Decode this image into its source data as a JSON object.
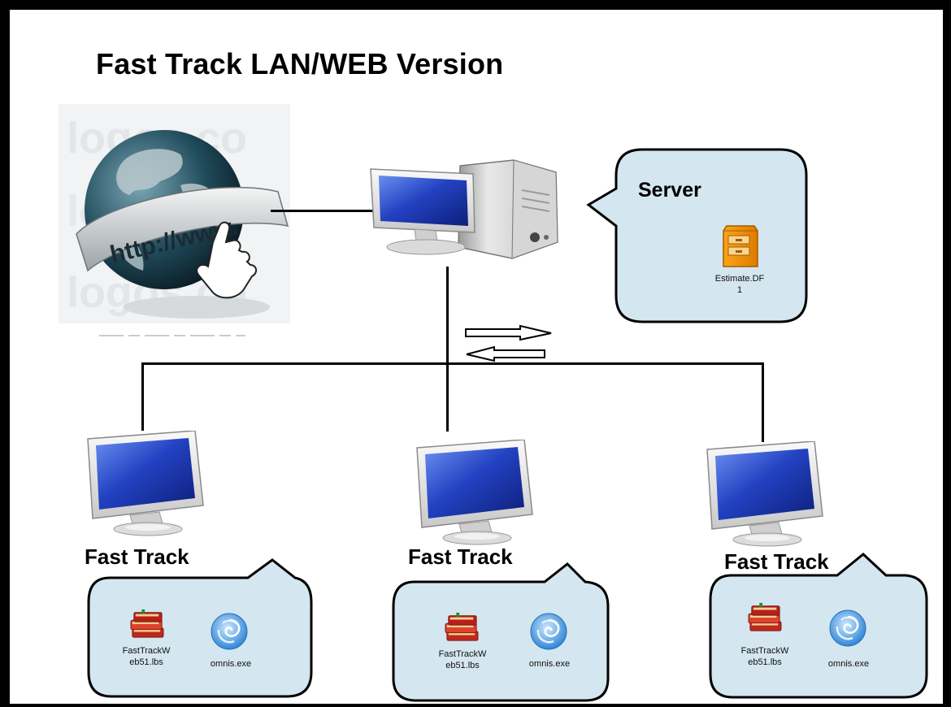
{
  "title": "Fast Track LAN/WEB Version",
  "web": {
    "url_text": "http://www.",
    "watermark": "logos.co",
    "icon": "globe-www-icon"
  },
  "server": {
    "label": "Server",
    "file": {
      "name_line1": "Estimate.DF",
      "name_line2": "1",
      "icon": "database-file-icon"
    }
  },
  "clients": [
    {
      "label": "Fast Track",
      "files": [
        {
          "name_line1": "FastTrackW",
          "name_line2": "eb51.lbs",
          "icon": "library-books-icon"
        },
        {
          "name_line1": "omnis.exe",
          "name_line2": "",
          "icon": "omnis-swirl-icon"
        }
      ]
    },
    {
      "label": "Fast Track",
      "files": [
        {
          "name_line1": "FastTrackW",
          "name_line2": "eb51.lbs",
          "icon": "library-books-icon"
        },
        {
          "name_line1": "omnis.exe",
          "name_line2": "",
          "icon": "omnis-swirl-icon"
        }
      ]
    },
    {
      "label": "Fast Track",
      "files": [
        {
          "name_line1": "FastTrackW",
          "name_line2": "eb51.lbs",
          "icon": "library-books-icon"
        },
        {
          "name_line1": "omnis.exe",
          "name_line2": "",
          "icon": "omnis-swirl-icon"
        }
      ]
    }
  ],
  "colors": {
    "bubble_fill": "#d4e6ef",
    "screen_blue": "#1f3fb0",
    "monitor_body": "#e8e8e8",
    "frame": "#000000"
  }
}
